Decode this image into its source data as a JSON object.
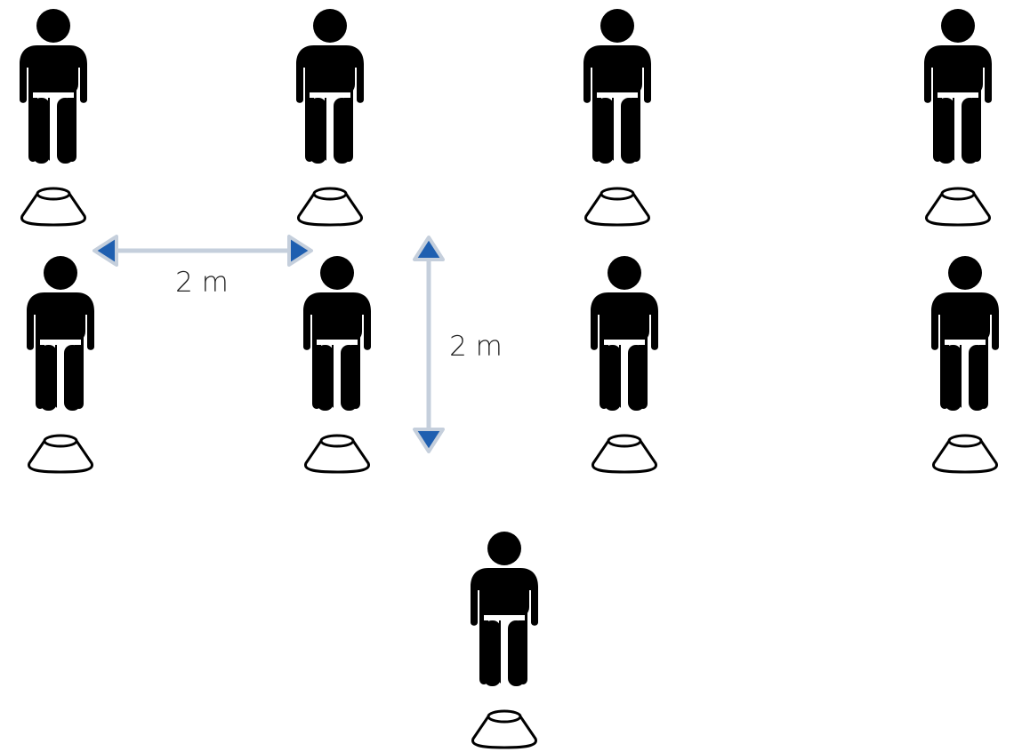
{
  "diagram": {
    "title": "",
    "horizontal_spacing_label": "2 m",
    "vertical_spacing_label": "2 m",
    "figures": [
      {
        "row": "front",
        "index": 1,
        "icon": "person-icon",
        "marker": "cone-icon"
      },
      {
        "row": "front",
        "index": 2,
        "icon": "person-icon",
        "marker": "cone-icon"
      },
      {
        "row": "front",
        "index": 3,
        "icon": "person-icon",
        "marker": "cone-icon"
      },
      {
        "row": "front",
        "index": 4,
        "icon": "person-icon",
        "marker": "cone-icon"
      },
      {
        "row": "back",
        "index": 1,
        "icon": "person-icon",
        "marker": "cone-icon"
      },
      {
        "row": "back",
        "index": 2,
        "icon": "person-icon",
        "marker": "cone-icon"
      },
      {
        "row": "back",
        "index": 3,
        "icon": "person-icon",
        "marker": "cone-icon"
      },
      {
        "row": "back",
        "index": 4,
        "icon": "person-icon",
        "marker": "cone-icon"
      },
      {
        "row": "leader",
        "index": 1,
        "icon": "person-icon",
        "marker": "cone-icon"
      }
    ]
  },
  "colors": {
    "figure": "#000000",
    "cone_outline": "#000000",
    "arrow_line": "#c5cfdc",
    "arrow_head": "#1f5fb0",
    "arrow_head_outline": "#c5cfdc",
    "label_text": "#222222",
    "background": "#ffffff"
  }
}
